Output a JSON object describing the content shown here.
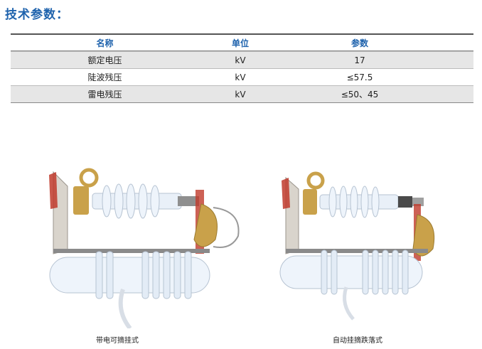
{
  "title": "技术参数：",
  "table": {
    "headers": [
      "名称",
      "单位",
      "参数"
    ],
    "rows": [
      [
        "额定电压",
        "kV",
        "17"
      ],
      [
        "陡波残压",
        "kV",
        "≤57.5"
      ],
      [
        "雷电残压",
        "kV",
        "≤50、45"
      ]
    ]
  },
  "figures": [
    {
      "caption": "带电可摘挂式"
    },
    {
      "caption": "自动挂摘跌落式"
    }
  ],
  "colors": {
    "heading": "#1f63ad",
    "insulator": "#e9f0f8",
    "bracket_red": "#c0392b",
    "brass": "#c9a14a"
  }
}
